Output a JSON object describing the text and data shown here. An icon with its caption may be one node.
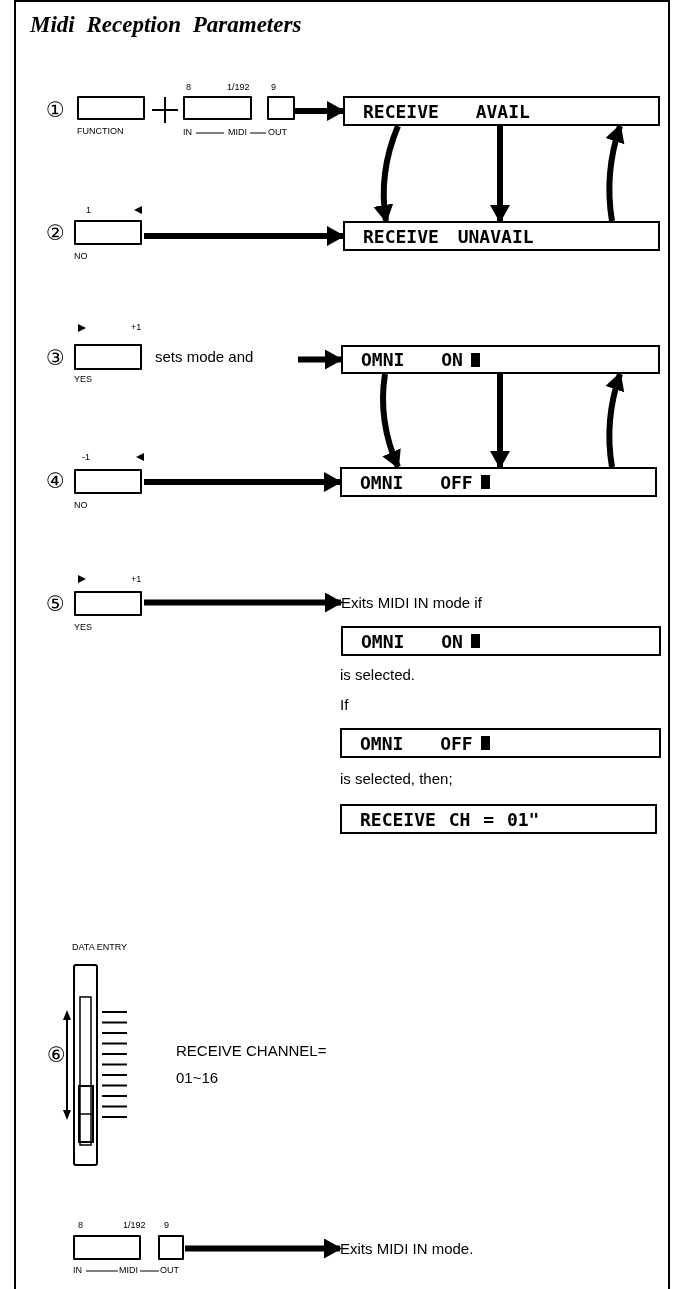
{
  "diagram": {
    "title": "Midi Reception Parameters",
    "nodes": [
      {
        "text": [
          "FUNCTION"
        ]
      },
      {
        "text": [
          "8",
          "1/192"
        ]
      },
      {
        "text": [
          "9"
        ]
      },
      {
        "text": [
          "RECEIVE AVAIL"
        ]
      },
      {
        "text": [
          "1",
          "NO"
        ]
      },
      {
        "text": [
          "RECEIVE UNAVAIL"
        ]
      },
      {
        "text": [
          "+1",
          "YES"
        ],
        "beside": [
          "sets mode and"
        ]
      },
      {
        "text": [
          "OMNI ON"
        ]
      },
      {
        "text": [
          "-1",
          "NO"
        ]
      },
      {
        "text": [
          "OMNI OFF"
        ]
      },
      {
        "text": [
          "+1",
          "YES"
        ]
      },
      {
        "text": [
          "Exits MIDI IN mode if"
        ]
      },
      {
        "text": [
          "OMNI ON"
        ]
      },
      {
        "text": [
          "OMNI OFF"
        ]
      },
      {
        "text": [
          "RECEIVE CH = 01\""
        ]
      },
      {
        "text": [
          "DATA ENTRY"
        ]
      },
      {
        "text": [
          "8",
          "1/192"
        ]
      },
      {
        "text": [
          "9"
        ]
      },
      {
        "text": [
          "Exits MIDI IN mode."
        ]
      }
    ],
    "edges": [
      {
        "from": 2,
        "to": 3,
        "arrow": "to"
      },
      {
        "from": 3,
        "to": 5,
        "arrow": "to"
      },
      {
        "from": 3,
        "to": 5,
        "arrow": "to"
      },
      {
        "from": 5,
        "to": 3,
        "arrow": "to"
      },
      {
        "from": 4,
        "to": 5,
        "arrow": "to"
      },
      {
        "from": 6,
        "to": 7,
        "arrow": "to"
      },
      {
        "from": 7,
        "to": 9,
        "arrow": "to"
      },
      {
        "from": 7,
        "to": 9,
        "arrow": "to"
      },
      {
        "from": 9,
        "to": 7,
        "arrow": "to"
      },
      {
        "from": 8,
        "to": 9,
        "arrow": "to"
      },
      {
        "from": 10,
        "to": 11,
        "arrow": "to"
      },
      {
        "from": 17,
        "to": 18,
        "arrow": "to"
      }
    ],
    "labels": [
      "①",
      "IN",
      "MIDI",
      "OUT",
      "②",
      "③",
      "④",
      "⑤",
      "is selected.",
      "If",
      "is selected, then;",
      "⑥",
      "RECEIVE CHANNEL= 01~16",
      "IN",
      "MIDI",
      "OUT"
    ]
  }
}
